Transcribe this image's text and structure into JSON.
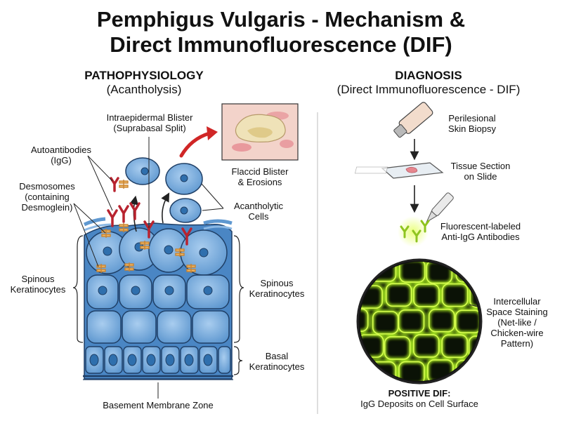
{
  "title": {
    "line1": "Pemphigus Vulgaris - Mechanism &",
    "line2": "Direct Immunofluorescence (DIF)"
  },
  "left": {
    "heading": "PATHOPHYSIOLOGY",
    "subheading": "(Acantholysis)",
    "labels": {
      "blister_l1": "Intraepidermal Blister",
      "blister_l2": "(Suprabasal Split)",
      "autoab_l1": "Autoantibodies",
      "autoab_l2": "(IgG)",
      "desmo_l1": "Desmosomes",
      "desmo_l2": "(containing",
      "desmo_l3": "Desmoglein)",
      "flaccid_l1": "Flaccid Blister",
      "flaccid_l2": "& Erosions",
      "acanth_l1": "Acantholytic",
      "acanth_l2": "Cells",
      "spinous_left_l1": "Spinous",
      "spinous_left_l2": "Keratinocytes",
      "spinous_right_l1": "Spinous",
      "spinous_right_l2": "Keratinocytes",
      "basal_l1": "Basal",
      "basal_l2": "Keratinocytes",
      "bmz": "Basement Membrane Zone"
    }
  },
  "right": {
    "heading": "DIAGNOSIS",
    "subheading": "(Direct Immunofluorescence - DIF)",
    "labels": {
      "biopsy_l1": "Perilesional",
      "biopsy_l2": "Skin Biopsy",
      "section_l1": "Tissue Section",
      "section_l2": "on Slide",
      "fluor_l1": "Fluorescent-labeled",
      "fluor_l2": "Anti-IgG Antibodies",
      "staining_l1": "Intercellular",
      "staining_l2": "Space Staining",
      "staining_l3": "(Net-like /",
      "staining_l4": "Chicken-wire",
      "staining_l5": "Pattern)",
      "positive_l1": "POSITIVE DIF:",
      "positive_l2": "IgG Deposits on Cell Surface"
    }
  },
  "colors": {
    "cell_fill": "#6fa8dc",
    "cell_fill_light": "#9cc3e8",
    "cell_stroke": "#1f3f66",
    "nucleus": "#2f6fad",
    "antibody": "#b8232f",
    "desmosome": "#e0a050",
    "fluorescence": "#c8f030",
    "dif_background": "#0b1206",
    "blister_arrow": "#d02626"
  }
}
